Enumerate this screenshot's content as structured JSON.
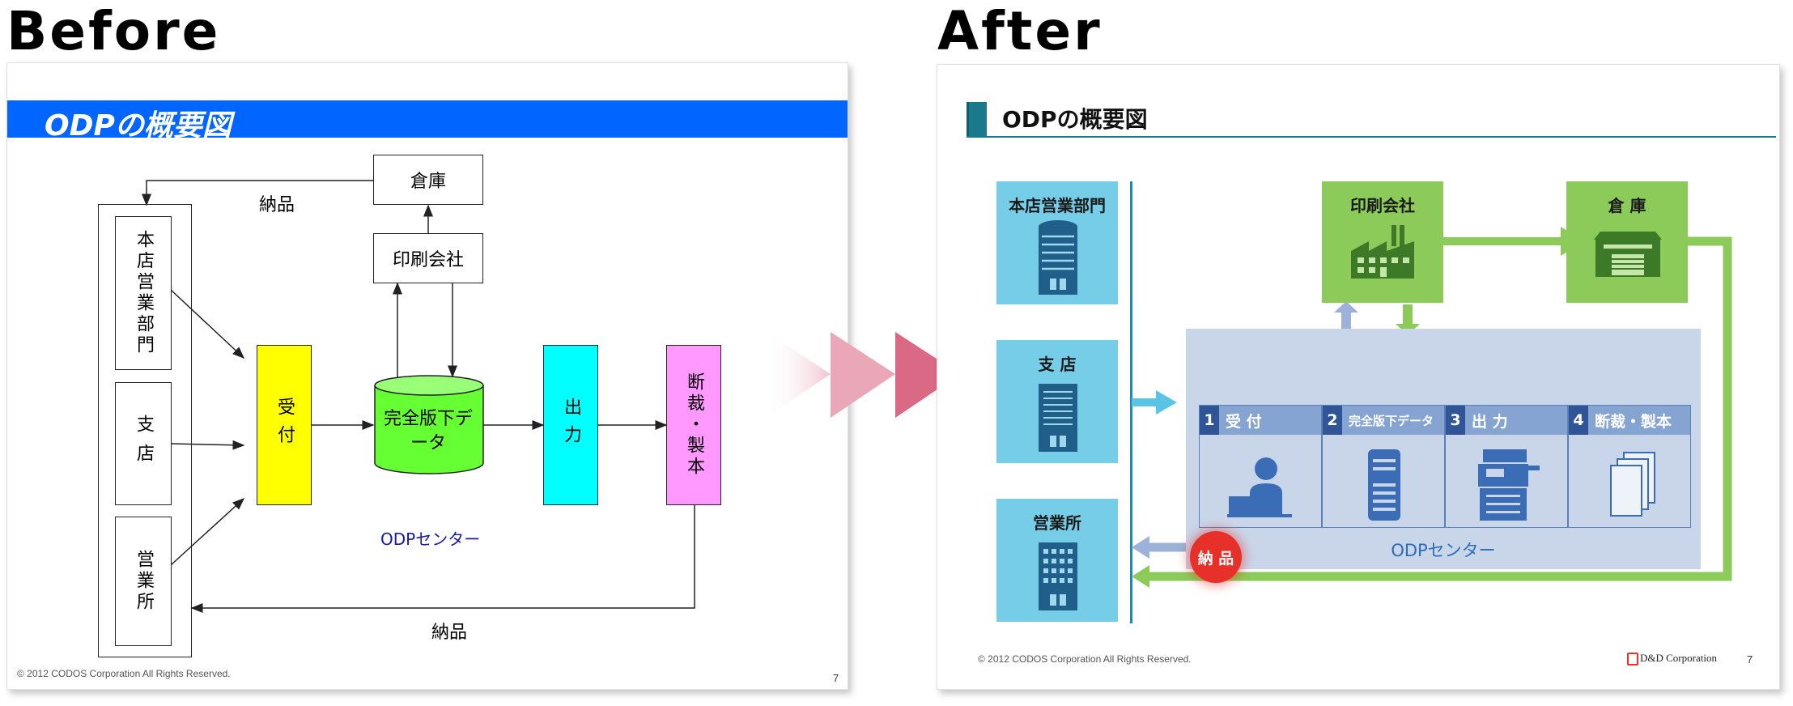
{
  "before": {
    "heading": "Before",
    "title": "ODPの概要図",
    "boxes": {
      "warehouse": "倉庫",
      "printing": "印刷会社",
      "head_office": "本店営業部門",
      "branch": "支店",
      "sales_office": "営業所",
      "reception": "受付",
      "final_data": "完全版下データ",
      "output": "出力",
      "cut_bind": "断裁・製本"
    },
    "delivery_top": "納品",
    "delivery_bottom": "納品",
    "center_label": "ODPセンター",
    "copyright": "© 2012 CODOS Corporation All Rights Reserved.",
    "page": "7"
  },
  "after": {
    "heading": "After",
    "title": "ODPの概要図",
    "tiles": {
      "head_office": "本店営業部門",
      "branch": "支 店",
      "sales_office": "営業所",
      "printing": "印刷会社",
      "warehouse": "倉 庫"
    },
    "steps": [
      {
        "num": "1",
        "label": "受 付"
      },
      {
        "num": "2",
        "label": "完全版下データ"
      },
      {
        "num": "3",
        "label": "出 力"
      },
      {
        "num": "4",
        "label": "断裁・製本"
      }
    ],
    "center_label": "ODPセンター",
    "delivery": "納 品",
    "copyright": "© 2012 CODOS Corporation All Rights Reserved.",
    "brand": "D&D Corporation",
    "page": "7"
  },
  "colors": {
    "before_title_bar": "#0066ff",
    "reception": "#ffff00",
    "final_data": "#66ff33",
    "output": "#00ffff",
    "cut_bind": "#ff99ff",
    "after_blue_tile": "#76cde8",
    "after_green": "#8ccb5a",
    "after_accent": "#1a7a8c",
    "transition_arrow": "#c8234a",
    "delivery_badge": "#e8302a"
  }
}
